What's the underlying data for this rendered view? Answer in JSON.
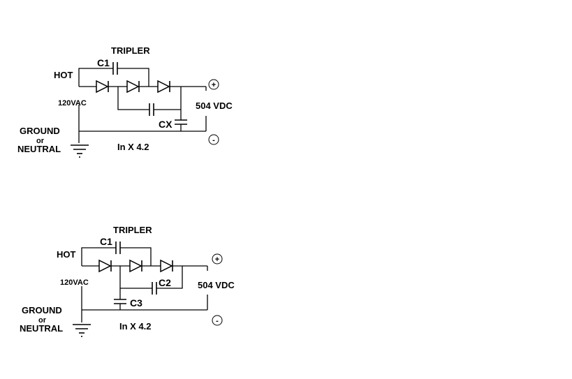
{
  "circuits": [
    {
      "title": "TRIPLER",
      "hot_label": "HOT",
      "voltage_in": "120VAC",
      "ground_label": "GROUND",
      "or_label": "or",
      "neutral_label": "NEUTRAL",
      "output_label": "504 VDC",
      "multiplier_note": "In X 4.2",
      "cap_labels": [
        "C1",
        "CX"
      ],
      "plus_symbol": "+",
      "minus_symbol": "-"
    },
    {
      "title": "TRIPLER",
      "hot_label": "HOT",
      "voltage_in": "120VAC",
      "ground_label": "GROUND",
      "or_label": "or",
      "neutral_label": "NEUTRAL",
      "output_label": "504 VDC",
      "multiplier_note": "In X 4.2",
      "cap_labels": [
        "C1",
        "C2",
        "C3"
      ],
      "plus_symbol": "+",
      "minus_symbol": "-"
    }
  ]
}
